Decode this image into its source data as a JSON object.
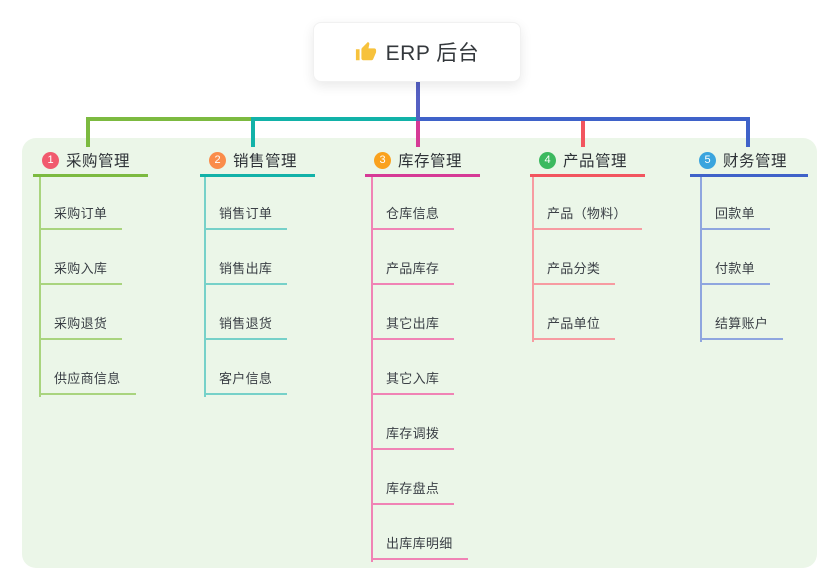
{
  "root": {
    "title": "ERP 后台",
    "icon": "thumbs-up-icon",
    "connector_color": "#5560c3"
  },
  "panel": {
    "background": "#ebf6e8"
  },
  "branches": [
    {
      "number": "1",
      "label": "采购管理",
      "badge_color": "#f15a6e",
      "line_color": "#7cba40",
      "leaf_line_color": "#a9d47e",
      "items": [
        "采购订单",
        "采购入库",
        "采购退货",
        "供应商信息"
      ]
    },
    {
      "number": "2",
      "label": "销售管理",
      "badge_color": "#fa8c4a",
      "line_color": "#12b2a8",
      "leaf_line_color": "#76d1c9",
      "items": [
        "销售订单",
        "销售出库",
        "销售退货",
        "客户信息"
      ]
    },
    {
      "number": "3",
      "label": "库存管理",
      "badge_color": "#faa21e",
      "line_color": "#d63a96",
      "leaf_line_color": "#f083b5",
      "items": [
        "仓库信息",
        "产品库存",
        "其它出库",
        "其它入库",
        "库存调拨",
        "库存盘点",
        "出库库明细"
      ]
    },
    {
      "number": "4",
      "label": "产品管理",
      "badge_color": "#3cb95f",
      "line_color": "#f2555f",
      "leaf_line_color": "#f79ba1",
      "items": [
        "产品（物料）",
        "产品分类",
        "产品单位"
      ]
    },
    {
      "number": "5",
      "label": "财务管理",
      "badge_color": "#3aa4de",
      "line_color": "#3f62c9",
      "leaf_line_color": "#8fa6df",
      "items": [
        "回款单",
        "付款单",
        "结算账户"
      ]
    }
  ]
}
